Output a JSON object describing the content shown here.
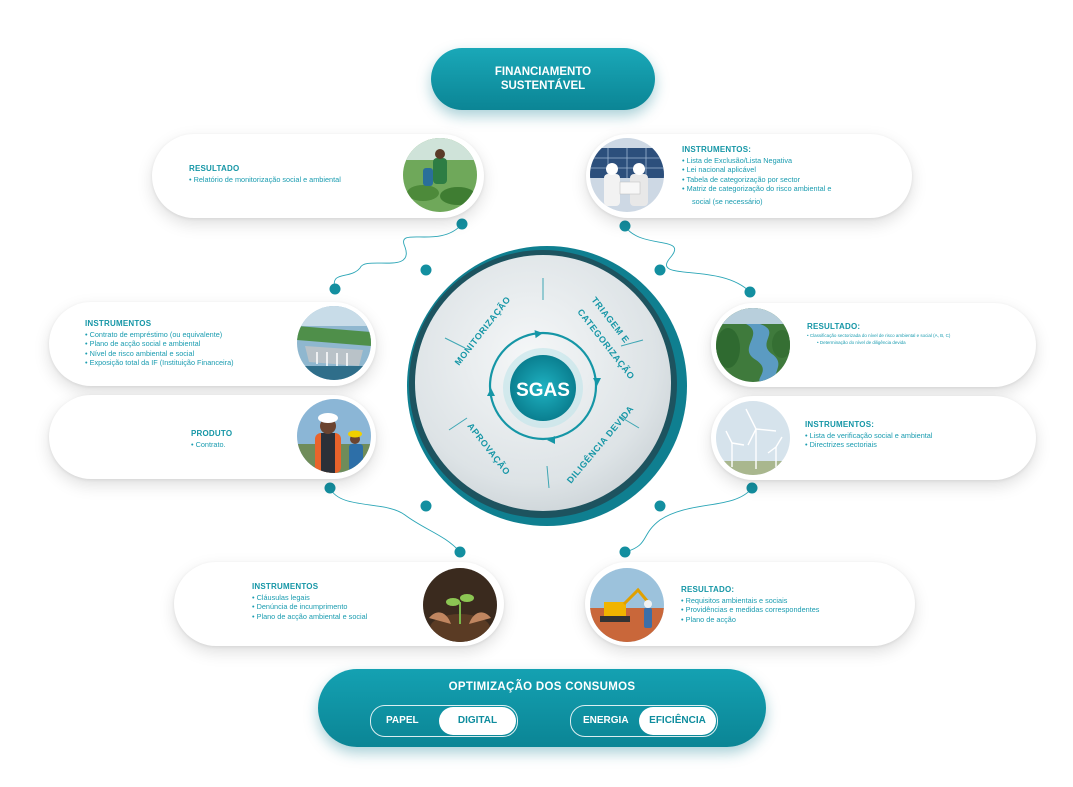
{
  "header": {
    "title_line1": "FINANCIAMENTO",
    "title_line2": "SUSTENTÁVEL"
  },
  "center": {
    "label": "SGAS",
    "stages": [
      "MONITORIZAÇÃO",
      "TRIAGEM E",
      "CATEGORIZAÇÃO",
      "DILIGÊNCIA DEVIDA",
      "APROVAÇÃO"
    ]
  },
  "cards": {
    "top_left": {
      "title": "RESULTADO",
      "items": [
        "• Relatório de monitorização social e ambiental"
      ]
    },
    "top_right": {
      "title": "INSTRUMENTOS:",
      "items": [
        "• Lista de Exclusão/Lista Negativa",
        "• Lei nacional aplicável",
        "• Tabela de categorização por sector",
        "• Matriz de categorização do risco ambiental e",
        "social (se necessário)"
      ]
    },
    "mid_left_upper": {
      "title": "INSTRUMENTOS",
      "items": [
        "• Contrato de empréstimo (ou equivalente)",
        "• Plano de acção social e ambiental",
        "• Nível de risco ambiental e social",
        "• Exposição total da IF (Instituição Financeira)"
      ]
    },
    "mid_left_lower": {
      "title": "PRODUTO",
      "items": [
        "• Contrato."
      ]
    },
    "mid_right_upper": {
      "title": "RESULTADO:",
      "items": [
        "• Classificação sectorizada do nível de risco ambiental e social (A, B, C)",
        "• Determinação do nível de diligência devida"
      ]
    },
    "mid_right_lower": {
      "title": "INSTRUMENTOS:",
      "items": [
        "• Lista de verificação social  e ambiental",
        "• Directrizes sectoriais"
      ]
    },
    "bottom_left": {
      "title": "INSTRUMENTOS",
      "items": [
        "• Cláusulas legais",
        "• Denúncia de incumprimento",
        "• Plano de acção ambiental e social"
      ]
    },
    "bottom_right": {
      "title": "RESULTADO:",
      "items": [
        "• Requisitos ambientais e sociais",
        "• Providências e medidas correspondentes",
        "• Plano de acção"
      ]
    }
  },
  "footer": {
    "title": "OPTIMIZAÇÃO DOS CONSUMOS",
    "toggle1": {
      "off": "PAPEL",
      "on": "DIGITAL"
    },
    "toggle2": {
      "off": "ENERGIA",
      "on": "EFICIÊNCIA"
    }
  },
  "colors": {
    "teal": "#1596a6",
    "teal_dark": "#0b8595",
    "dot": "#138fa0"
  },
  "icons": [
    "farmer-photo",
    "solar-engineers-photo",
    "dam-photo",
    "worker-photo",
    "river-photo",
    "wind-turbine-photo",
    "seedling-photo",
    "excavator-photo"
  ]
}
